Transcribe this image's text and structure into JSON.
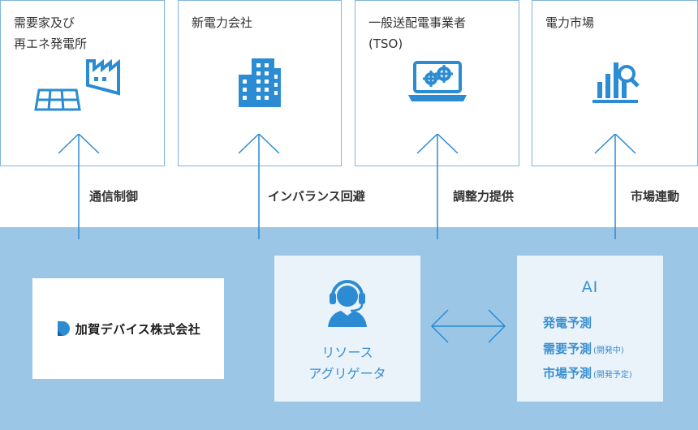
{
  "boxes": [
    {
      "title": "需要家及び\n再エネ発電所",
      "icon": "solar-factory-icon"
    },
    {
      "title": "新電力会社",
      "icon": "building-icon"
    },
    {
      "title": "一般送配電事業者\n(TSO)",
      "icon": "laptop-gears-icon"
    },
    {
      "title": "電力市場",
      "icon": "bar-chart-magnifier-icon"
    }
  ],
  "links": [
    {
      "label": "通信制御"
    },
    {
      "label": "インバランス回避"
    },
    {
      "label": "調整力提供"
    },
    {
      "label": "市場連動"
    }
  ],
  "company": {
    "name": "加賀デバイス株式会社",
    "icon": "kaga-logo-icon"
  },
  "aggregator": {
    "line1": "リソース",
    "line2": "アグリゲータ",
    "icon": "headset-operator-icon"
  },
  "ai": {
    "title": "AI",
    "items": [
      {
        "label": "発電予測",
        "note": ""
      },
      {
        "label": "需要予測",
        "note": "(開発中)"
      },
      {
        "label": "市場予測",
        "note": "(開発予定)"
      }
    ]
  },
  "colors": {
    "accent": "#2b8bd3",
    "band": "#9cc6e6",
    "box_border": "#7fb4dc",
    "light_box": "#eaf2fa"
  }
}
